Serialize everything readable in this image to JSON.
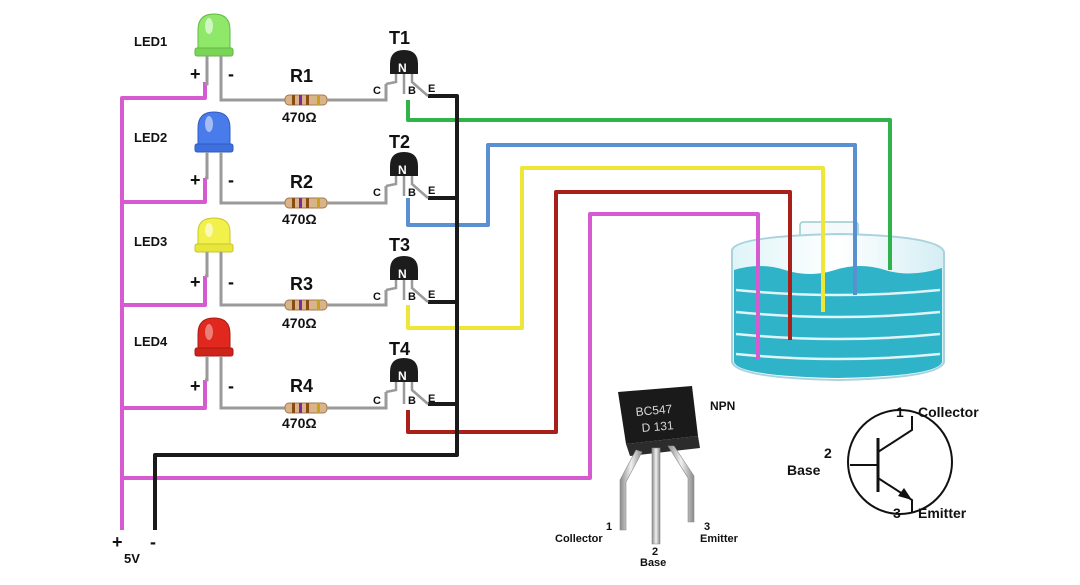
{
  "supply": {
    "positive": "+",
    "negative": "-",
    "voltage": "5V"
  },
  "stages": [
    {
      "led": "LED1",
      "led_color": "#8fe86a",
      "resistor": "R1",
      "resistance": "470Ω",
      "transistor": "T1",
      "probe_color": "#2fb34a"
    },
    {
      "led": "LED2",
      "led_color": "#4a7bea",
      "resistor": "R2",
      "resistance": "470Ω",
      "transistor": "T2",
      "probe_color": "#5a8fd0"
    },
    {
      "led": "LED3",
      "led_color": "#f2f04a",
      "resistor": "R3",
      "resistance": "470Ω",
      "transistor": "T3",
      "probe_color": "#efe63a"
    },
    {
      "led": "LED4",
      "led_color": "#e0281f",
      "resistor": "R4",
      "resistance": "470Ω",
      "transistor": "T4",
      "probe_color": "#a8201a"
    }
  ],
  "led_pins": {
    "plus": "+",
    "minus": "-"
  },
  "transistor_pins": {
    "c": "C",
    "b": "B",
    "e": "E",
    "type_mark": "N"
  },
  "common_probe_color": "#d65ad0",
  "water_color": "#2fb3c8",
  "package": {
    "marking_line1": "BC547",
    "marking_line2": "D 131",
    "type": "NPN",
    "pin1_num": "1",
    "pin1_name": "Collector",
    "pin2_num": "2",
    "pin2_name": "Base",
    "pin3_num": "3",
    "pin3_name": "Emitter"
  },
  "symbol": {
    "collector_num": "1",
    "collector": "Collector",
    "base_num": "2",
    "base": "Base",
    "emitter_num": "3",
    "emitter": "Emitter"
  }
}
